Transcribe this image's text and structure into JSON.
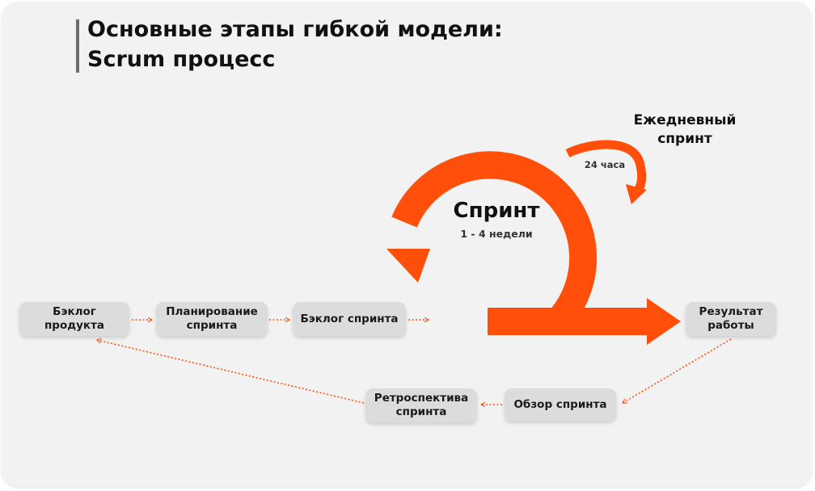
{
  "title": {
    "line1": "Основные этапы гибкой модели:",
    "line2": "Scrum процесс"
  },
  "sprint": {
    "label": "Спринт",
    "duration": "1 - 4 недели"
  },
  "daily": {
    "label_line1": "Ежедневный",
    "label_line2": "спринт",
    "duration": "24 часа"
  },
  "nodes": {
    "product_backlog": "Бэклог\nпродукта",
    "sprint_planning": "Планирование\nспринта",
    "sprint_backlog": "Бэклог спринта",
    "result": "Результат\nработы",
    "sprint_review": "Обзор спринта",
    "sprint_retro": "Ретроспектива\nспринта"
  },
  "colors": {
    "accent": "#ff4f0a",
    "node_bg": "#dcdcdc",
    "card_bg": "#f2f2f2"
  }
}
